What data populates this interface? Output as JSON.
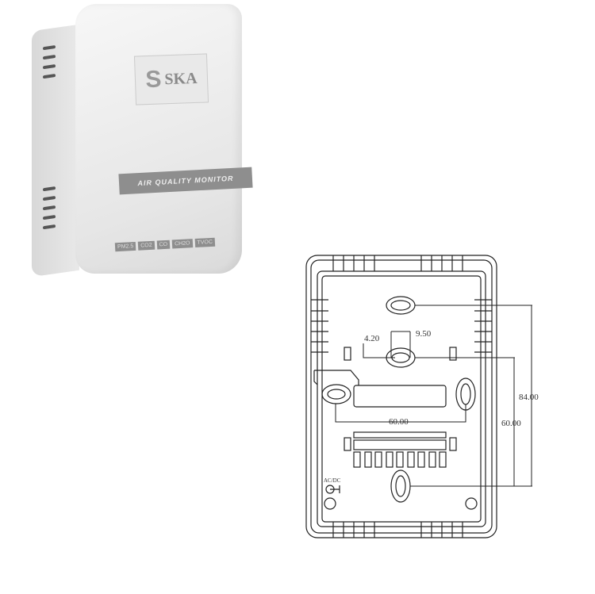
{
  "product": {
    "logo_text": "SKA",
    "banner": "AIR QUALITY MONITOR",
    "sensor_labels": [
      "PM2.5",
      "CO2",
      "CO",
      "CH2O",
      "TVOC"
    ]
  },
  "drawing": {
    "dim_total_height": "84.00",
    "dim_inner_height": "60.00",
    "dim_horizontal": "60.00",
    "dim_slot_width": "9.50",
    "dim_offset": "4.20",
    "power_label": "AC/DC"
  }
}
